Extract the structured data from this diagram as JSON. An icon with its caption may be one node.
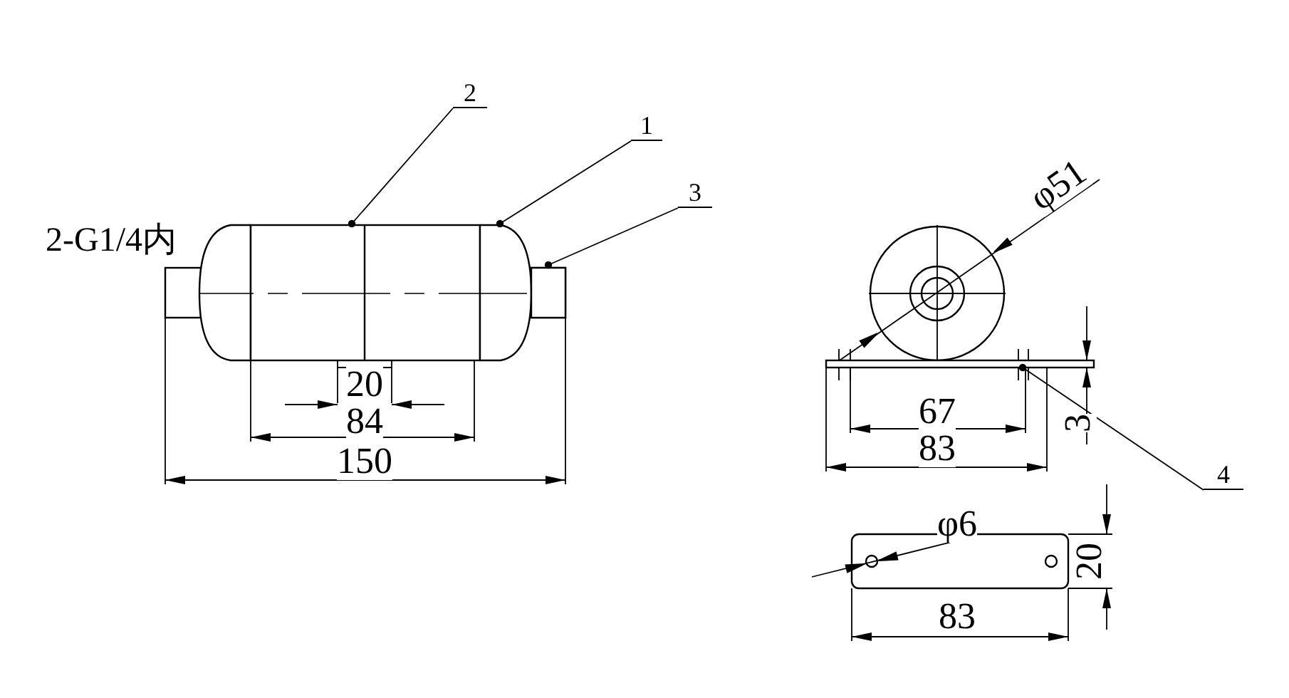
{
  "diagram": {
    "nodes": [
      {
        "text": [
          "2"
        ]
      },
      {
        "text": [
          "1"
        ]
      },
      {
        "text": [
          "3"
        ]
      },
      {
        "text": [
          "4"
        ]
      },
      {
        "text": [],
        "shape": "cylinder"
      },
      {
        "text": [],
        "shape": "dome"
      },
      {
        "text": [],
        "shape": "cylinder"
      },
      {
        "text": [],
        "shape": "bar"
      }
    ],
    "edges": [
      {
        "from": 0,
        "to": 4,
        "arrow": "other"
      },
      {
        "from": 1,
        "to": 5,
        "arrow": "other"
      },
      {
        "from": 2,
        "to": 6,
        "arrow": "other"
      },
      {
        "from": 3,
        "to": 7,
        "arrow": "other"
      }
    ],
    "labels": [
      "2-G1/4内",
      "20",
      "84",
      "150",
      "φ51",
      "67",
      "83",
      "3",
      "φ6",
      "20",
      "83"
    ]
  }
}
